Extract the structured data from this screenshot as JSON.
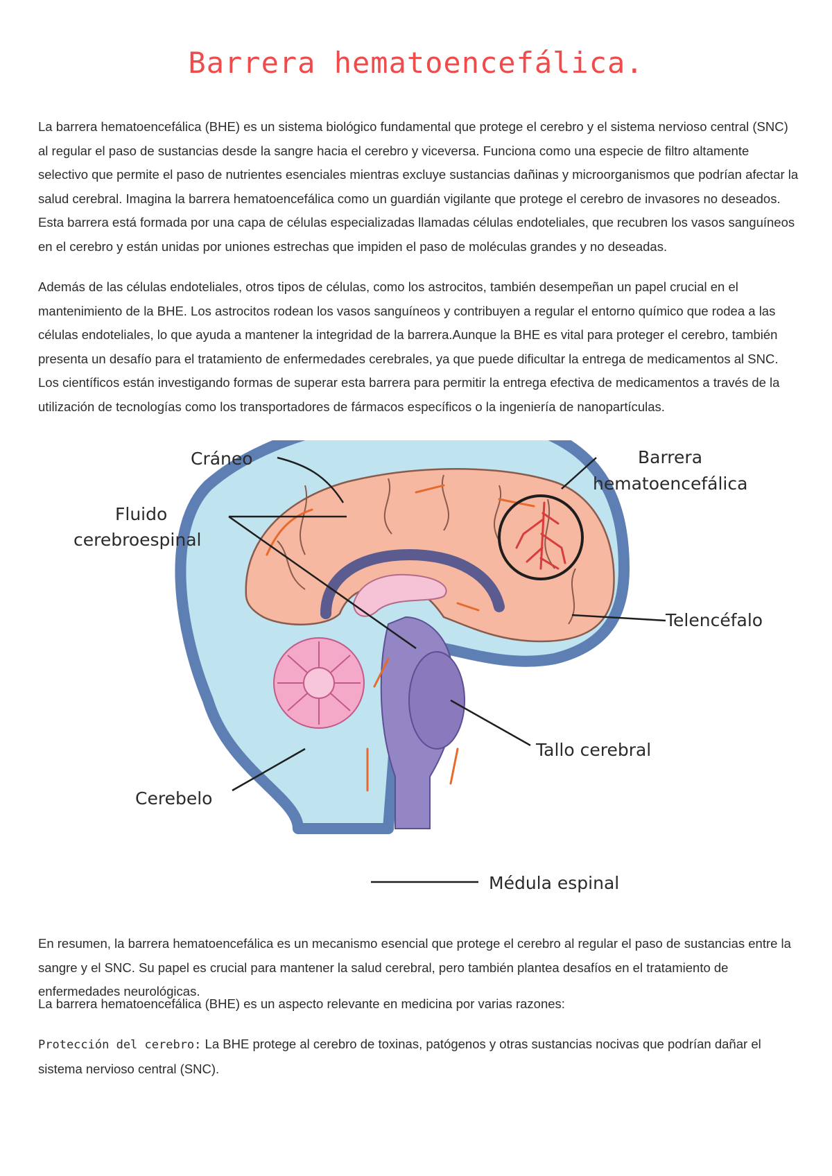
{
  "title": "Barrera hematoencefálica.",
  "paragraphs": {
    "p1": "La barrera hematoencefálica (BHE) es un sistema biológico fundamental que protege el cerebro y el sistema nervioso central (SNC) al regular el paso de sustancias desde la sangre hacia el cerebro y viceversa. Funciona como una especie de filtro altamente selectivo que permite el paso de nutrientes esenciales mientras excluye sustancias dañinas y microorganismos que podrían afectar la salud cerebral. Imagina la barrera hematoencefálica como un guardián vigilante que protege el cerebro de invasores no deseados. Esta barrera está formada por una capa de células especializadas llamadas células endoteliales, que recubren los vasos sanguíneos en el cerebro y están unidas por uniones estrechas que impiden el paso de moléculas grandes y no deseadas.",
    "p2": "Además de las células endoteliales, otros tipos de células, como los astrocitos, también desempeñan un papel crucial en el mantenimiento de la BHE. Los astrocitos rodean los vasos sanguíneos y contribuyen a regular el entorno químico que rodea a las células endoteliales, lo que ayuda a mantener la integridad de la barrera.Aunque la BHE es vital para proteger el cerebro, también presenta un desafío para el tratamiento de enfermedades cerebrales, ya que puede dificultar la entrega de medicamentos al SNC. Los científicos están investigando formas de superar esta barrera para permitir la entrega efectiva de medicamentos a través de la utilización de tecnologías como los transportadores de fármacos específicos o la ingeniería de nanopartículas.",
    "p3": "En resumen, la barrera hematoencefálica es un mecanismo esencial que protege el cerebro al regular el paso de sustancias entre la sangre y el SNC. Su papel es crucial para mantener la salud cerebral, pero también plantea desafíos en el tratamiento de enfermedades neurológicas.",
    "p4": "La barrera hematoencefálica (BHE) es un aspecto relevante en medicina por varias razones:",
    "p5_lead": "Protección del cerebro:",
    "p5_body": " La BHE protege al cerebro de toxinas, patógenos y otras sustancias nocivas que podrían dañar el sistema nervioso central (SNC)."
  },
  "diagram": {
    "labels": {
      "craneo": "Cráneo",
      "barrera_l1": "Barrera",
      "barrera_l2": "hematoencefálica",
      "fluido_l1": "Fluido",
      "fluido_l2": "cerebroespinal",
      "telencefalo": "Telencéfalo",
      "tallo": "Tallo cerebral",
      "cerebelo": "Cerebelo",
      "medula": "Médula espinal"
    },
    "colors": {
      "skull": "#5e7fb3",
      "csf": "#bfe3ef",
      "brain": "#f6b8a0",
      "brainstem": "#9485c4",
      "cerebellum": "#f3a9c7",
      "flow_arrows": "#e56a2c",
      "vessel": "#d93c3c"
    }
  }
}
